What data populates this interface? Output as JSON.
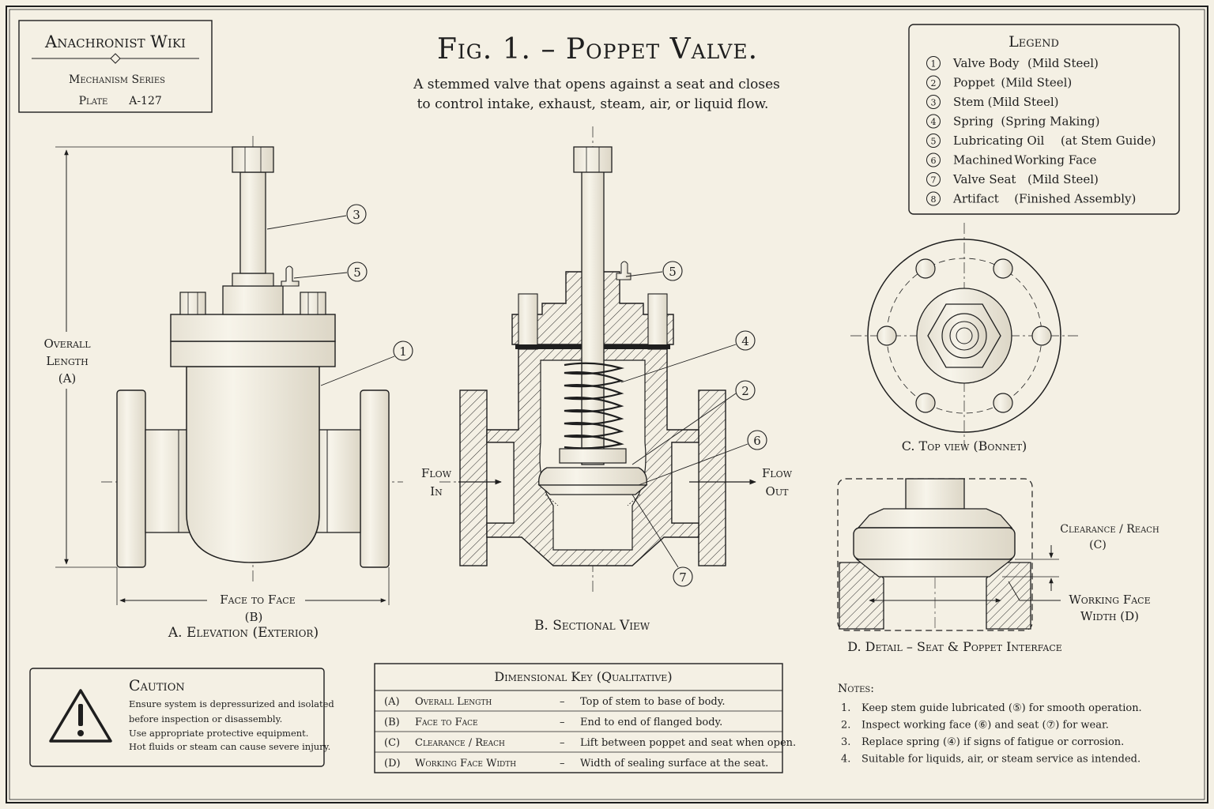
{
  "title_block": {
    "wiki_name": "Anachronist Wiki",
    "series": "Mechanism Series",
    "plate_label": "Plate",
    "plate_number": "A-127"
  },
  "figure": {
    "title": "Fig. 1. – Poppet Valve.",
    "description_line1": "A stemmed valve that opens against a seat and closes",
    "description_line2": "to control intake, exhaust, steam, air, or liquid flow."
  },
  "legend": {
    "heading": "Legend",
    "items": [
      {
        "num": "1",
        "name": "Valve Body",
        "material": "(Mild Steel)"
      },
      {
        "num": "2",
        "name": "Poppet",
        "material": "(Mild Steel)"
      },
      {
        "num": "3",
        "name": "Stem",
        "material": "(Mild Steel)"
      },
      {
        "num": "4",
        "name": "Spring",
        "material": "(Spring Making)"
      },
      {
        "num": "5",
        "name": "Lubricating Oil",
        "material": "(at Stem Guide)"
      },
      {
        "num": "6",
        "name": "Machined",
        "material": "Working Face"
      },
      {
        "num": "7",
        "name": "Valve Seat",
        "material": "(Mild Steel)"
      },
      {
        "num": "8",
        "name": "Artifact",
        "material": "(Finished Assembly)"
      }
    ]
  },
  "views": {
    "elevation": {
      "caption": "A.  Elevation (Exterior)",
      "overall_length_line1": "Overall",
      "overall_length_line2": "Length",
      "overall_length_line3": "(A)",
      "face_to_face_line1": "Face to Face",
      "face_to_face_line2": "(B)",
      "callouts": [
        "3",
        "5",
        "1"
      ]
    },
    "section": {
      "caption": "B.  Sectional View",
      "flow_in_line1": "Flow",
      "flow_in_line2": "In",
      "flow_out_line1": "Flow",
      "flow_out_line2": "Out",
      "callouts": [
        "5",
        "4",
        "2",
        "6",
        "7"
      ]
    },
    "top": {
      "caption": "C.  Top view (Bonnet)"
    },
    "detail": {
      "caption": "D.  Detail – Seat & Poppet Interface",
      "clearance_line1": "Clearance / Reach",
      "clearance_line2": "(C)",
      "working_face_line1": "Working Face",
      "working_face_line2": "Width (D)"
    }
  },
  "caution": {
    "heading": "Caution",
    "lines": [
      "Ensure system is depressurized and isolated",
      "before inspection or disassembly.",
      "Use appropriate protective equipment.",
      "Hot fluids or steam can cause severe injury."
    ]
  },
  "dimensional_key": {
    "heading": "Dimensional Key (Qualitative)",
    "rows": [
      {
        "code": "(A)",
        "name": "Overall Length",
        "dash": "–",
        "desc": "Top of stem to base of body."
      },
      {
        "code": "(B)",
        "name": "Face to Face",
        "dash": "–",
        "desc": "End to end of flanged body."
      },
      {
        "code": "(C)",
        "name": "Clearance / Reach",
        "dash": "–",
        "desc": "Lift between poppet and seat when open."
      },
      {
        "code": "(D)",
        "name": "Working Face Width",
        "dash": "–",
        "desc": "Width of sealing surface at the seat."
      }
    ]
  },
  "notes": {
    "heading": "Notes:",
    "items": [
      {
        "num": "1.",
        "text": "Keep stem guide lubricated (⑤) for smooth operation."
      },
      {
        "num": "2.",
        "text": "Inspect working face (⑥) and seat (⑦) for wear."
      },
      {
        "num": "3.",
        "text": "Replace spring (④) if signs of fatigue or corrosion."
      },
      {
        "num": "4.",
        "text": "Suitable for liquids, air, or steam service as intended."
      }
    ]
  },
  "colors": {
    "paper": "#f4f0e4",
    "ink": "#1e1e1e"
  }
}
